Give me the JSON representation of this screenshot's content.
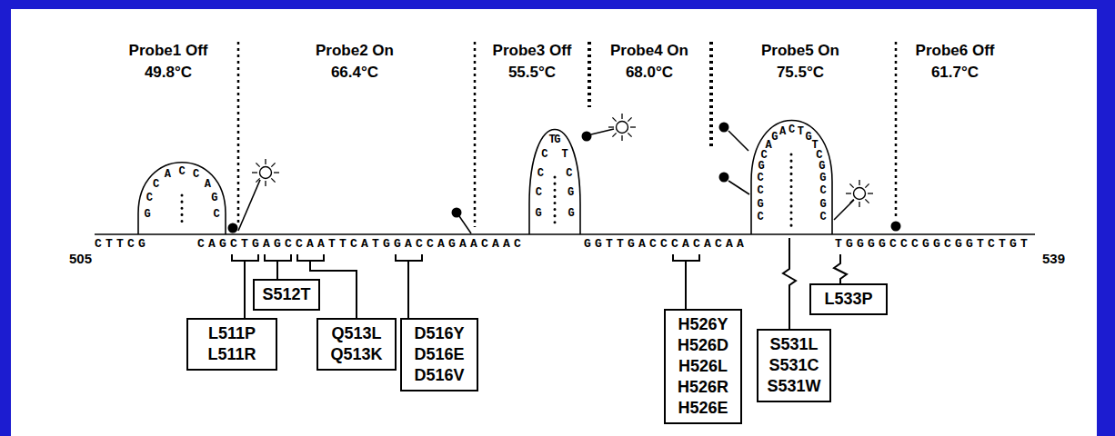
{
  "diagram": {
    "nodes": [
      {
        "text": [
          "S512T"
        ]
      },
      {
        "text": [
          "L511P L511R"
        ]
      },
      {
        "text": [
          "Q513L Q513K"
        ]
      },
      {
        "text": [
          "D516Y D516E D516V"
        ]
      },
      {
        "text": [
          "H526Y H526D H526L H526R H526E"
        ]
      },
      {
        "text": [
          "L533P"
        ]
      },
      {
        "text": [
          "S531L S531C S531W"
        ]
      }
    ],
    "labels": [
      "Probe1 Off",
      "49.8°C",
      "Probe2 On",
      "66.4°C",
      "Probe3 Off",
      "55.5°C",
      "Probe4 On",
      "68.0°C",
      "Probe5 On",
      "75.5°C",
      "Probe6 Off",
      "61.7°C",
      "GCCACCAGC",
      "GCCCTGTCGG",
      "CGCCGCAGACTGTCGGCGC",
      "CTTCG",
      "CAGCTGAGCCAATTCATGGACCAGAACAAC",
      "GGTTGACCCACACAA",
      "TGGGGCCCGGCGGTCTGT",
      "505",
      "539"
    ]
  }
}
